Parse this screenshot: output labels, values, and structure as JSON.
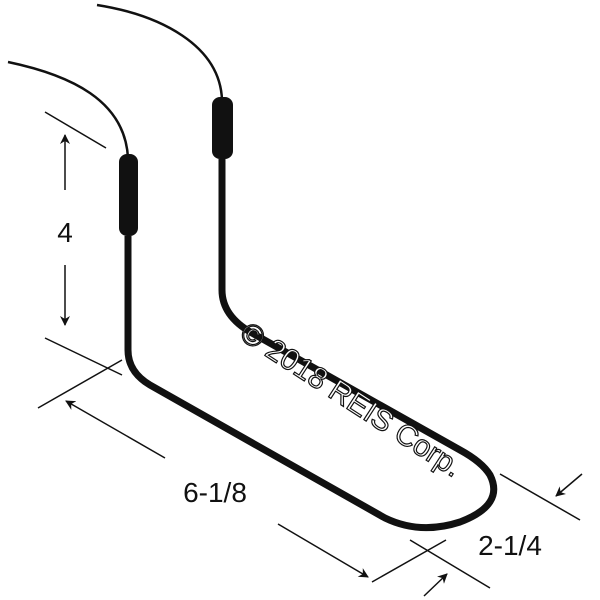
{
  "diagram": {
    "dimensions": {
      "height": "4",
      "length": "6-1/8",
      "width": "2-1/4"
    },
    "watermark": "© 2018 REIS Corp.",
    "colors": {
      "ink": "#111111",
      "background": "#ffffff"
    }
  }
}
